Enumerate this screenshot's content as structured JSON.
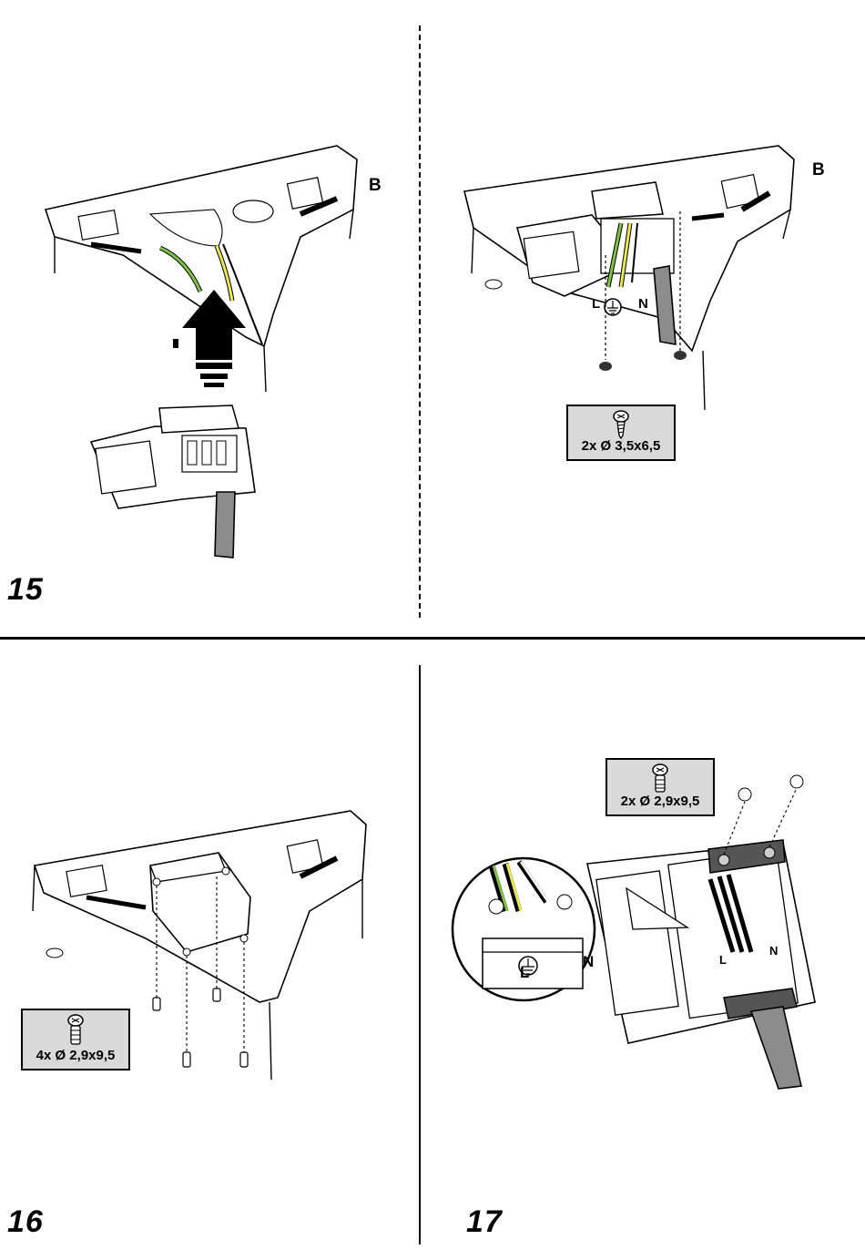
{
  "steps": {
    "s15": {
      "number": "15",
      "label_b": "B"
    },
    "s15b": {
      "label_b": "B",
      "terminals": {
        "l": "L",
        "n": "N"
      },
      "screws": {
        "label": "2x Ø 3,5x6,5"
      }
    },
    "s16": {
      "number": "16",
      "screws": {
        "label": "4x Ø 2,9x9,5"
      }
    },
    "s17": {
      "number": "17",
      "screws": {
        "label": "2x Ø 2,9x9,5"
      },
      "terminals_detail": {
        "l": "L",
        "n": "N"
      },
      "terminals_block": {
        "l": "L",
        "n": "N"
      }
    }
  },
  "colors": {
    "cable_gray": "#8c8c8c",
    "wire_green": "#7fc241",
    "wire_yellow": "#e9e84a",
    "box_gray": "#d9d9d9"
  }
}
